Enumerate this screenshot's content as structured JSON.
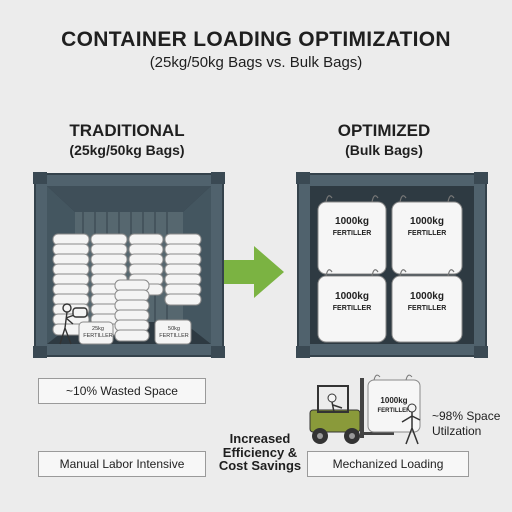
{
  "header": {
    "title": "CONTAINER LOADING OPTIMIZATION",
    "subtitle": "(25kg/50kg Bags vs. Bulk Bags)"
  },
  "traditional": {
    "title": "TRADITIONAL",
    "subtitle": "(25kg/50kg Bags)",
    "bag_label_small": "25kg FERTILLER",
    "bag_label_large": "50kg FERTILLER",
    "stat": "~10% Wasted Space",
    "method": "Manual Labor Intensive"
  },
  "optimized": {
    "title": "OPTIMIZED",
    "subtitle": "(Bulk Bags)",
    "bulk_bag_weight": "1000kg",
    "bulk_bag_label": "FERTILLER",
    "stat_line1": "~98% Space",
    "stat_line2": "Utilzation",
    "method": "Mechanized Loading"
  },
  "middle": {
    "line1": "Increased",
    "line2": "Efficiency &",
    "line3": "Cost Savings"
  },
  "colors": {
    "container": "#50626d",
    "container_dark": "#34424b",
    "arrow": "#7bb342",
    "forklift": "#8a9a3a"
  }
}
